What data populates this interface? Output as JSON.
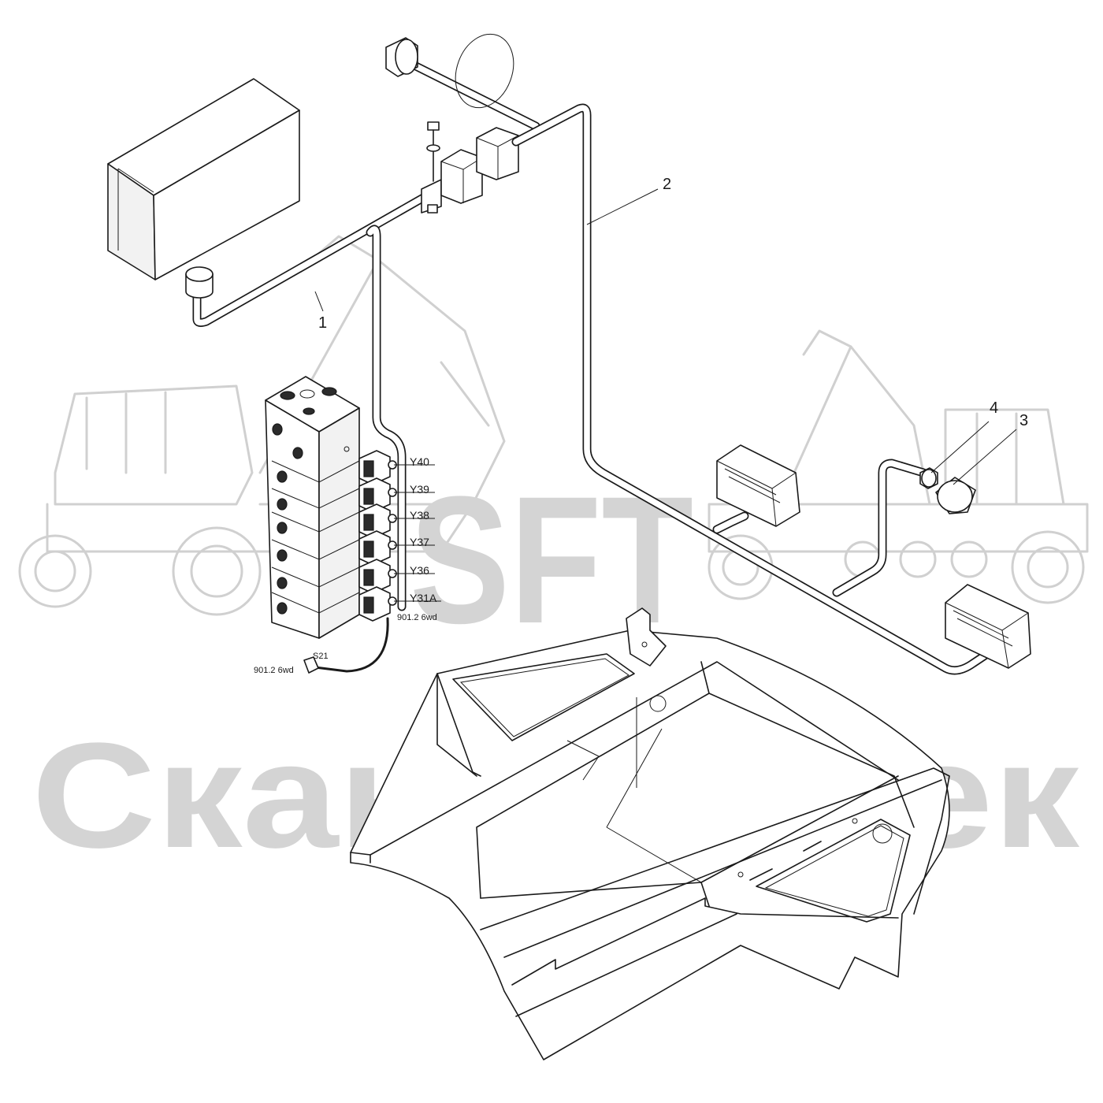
{
  "watermark": {
    "logo_text": "SFT",
    "company_text": "СканФорТек"
  },
  "callouts": [
    {
      "id": "1",
      "label": "1"
    },
    {
      "id": "2",
      "label": "2"
    },
    {
      "id": "3",
      "label": "3"
    },
    {
      "id": "4",
      "label": "4"
    }
  ],
  "valve_labels": [
    "Y40",
    "Y39",
    "Y38",
    "Y37",
    "Y36",
    "Y31A"
  ],
  "connector_labels": {
    "valve_side": "901.2 6wd",
    "sensor_side": "901.2 6wd",
    "sensor_name": "S21"
  },
  "colors": {
    "line": "#1a1a1a",
    "watermark": "#d0d0d0",
    "background": "#ffffff"
  }
}
